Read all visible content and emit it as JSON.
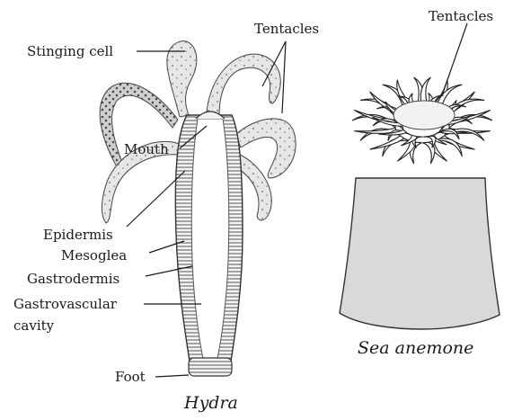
{
  "hydra": {
    "caption": "Hydra",
    "labels": {
      "stinging_cell": "Stinging cell",
      "tentacles": "Tentacles",
      "mouth": "Mouth",
      "epidermis": "Epidermis",
      "mesoglea": "Mesoglea",
      "gastrodermis": "Gastrodermis",
      "cavity_line1": "Gastrovascular",
      "cavity_line2": "cavity",
      "foot": "Foot"
    }
  },
  "anemone": {
    "caption": "Sea anemone",
    "labels": {
      "tentacles": "Tentacles"
    }
  }
}
